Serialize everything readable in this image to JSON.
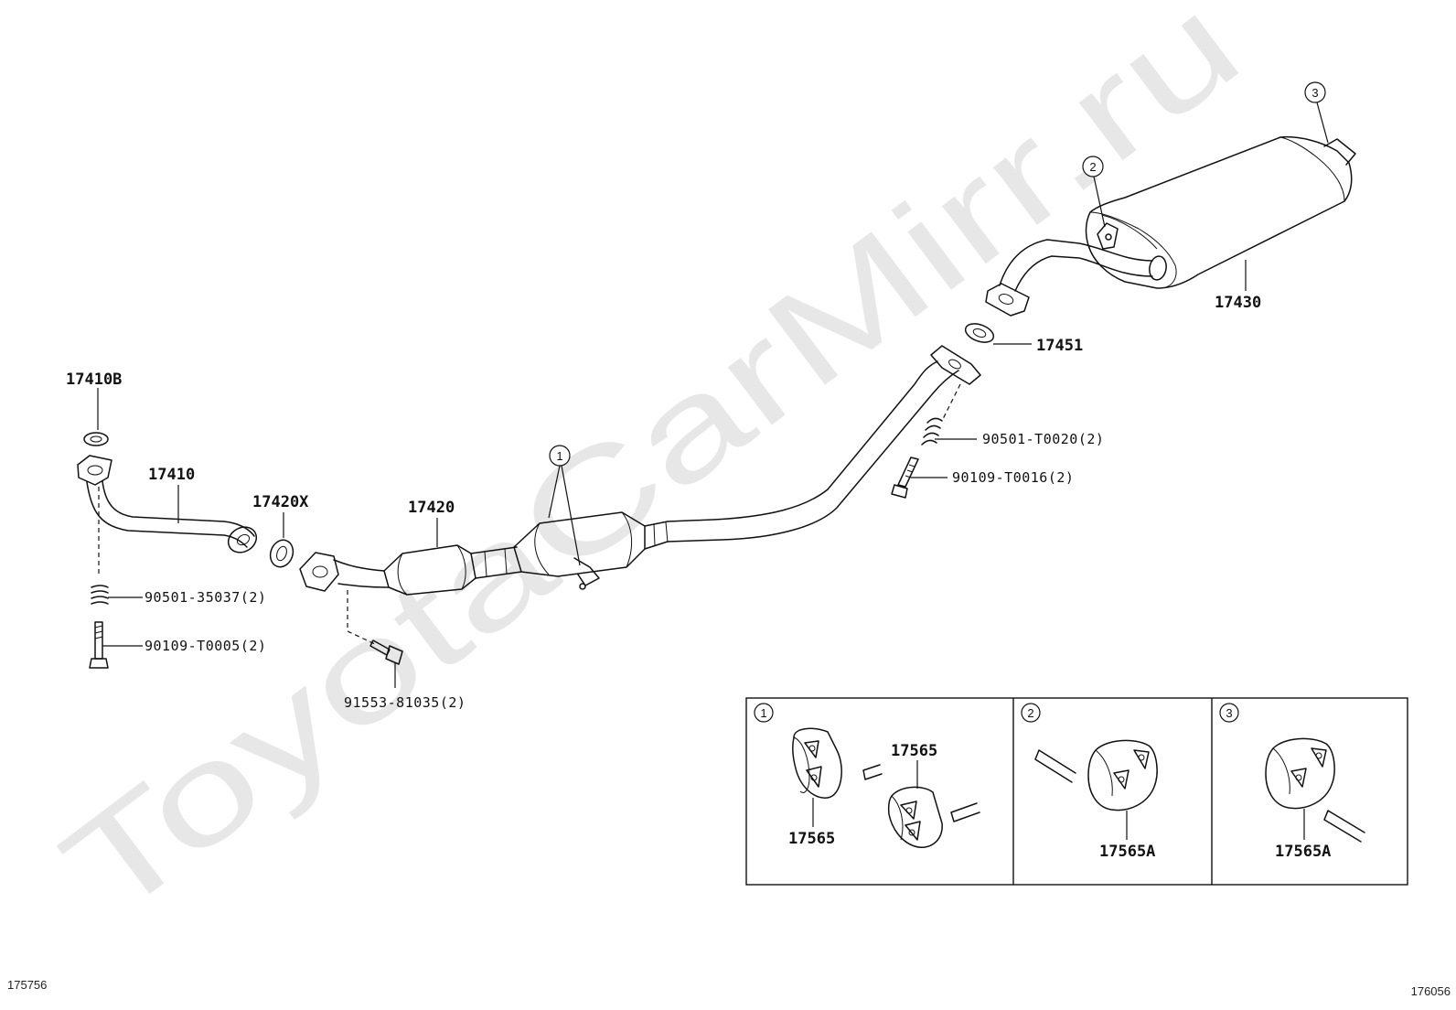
{
  "watermark": "ToyotaCarMirr.ru",
  "labels": {
    "p17410B": "17410B",
    "p17410": "17410",
    "p17420X": "17420X",
    "p17420": "17420",
    "p17430": "17430",
    "p17451": "17451",
    "p90501_35037": "90501-35037(2)",
    "p90109_T0005": "90109-T0005(2)",
    "p91553_81035": "91553-81035(2)",
    "p90501_T0020": "90501-T0020(2)",
    "p90109_T0016": "90109-T0016(2)"
  },
  "callouts": {
    "c1": "1",
    "c2": "2",
    "c3": "3"
  },
  "inset": {
    "panel1": {
      "index": "1",
      "part_top": "17565",
      "part_bottom": "17565"
    },
    "panel2": {
      "index": "2",
      "part": "17565A"
    },
    "panel3": {
      "index": "3",
      "part": "17565A"
    }
  },
  "footer": {
    "left_code": "175756",
    "right_code": "176056"
  }
}
